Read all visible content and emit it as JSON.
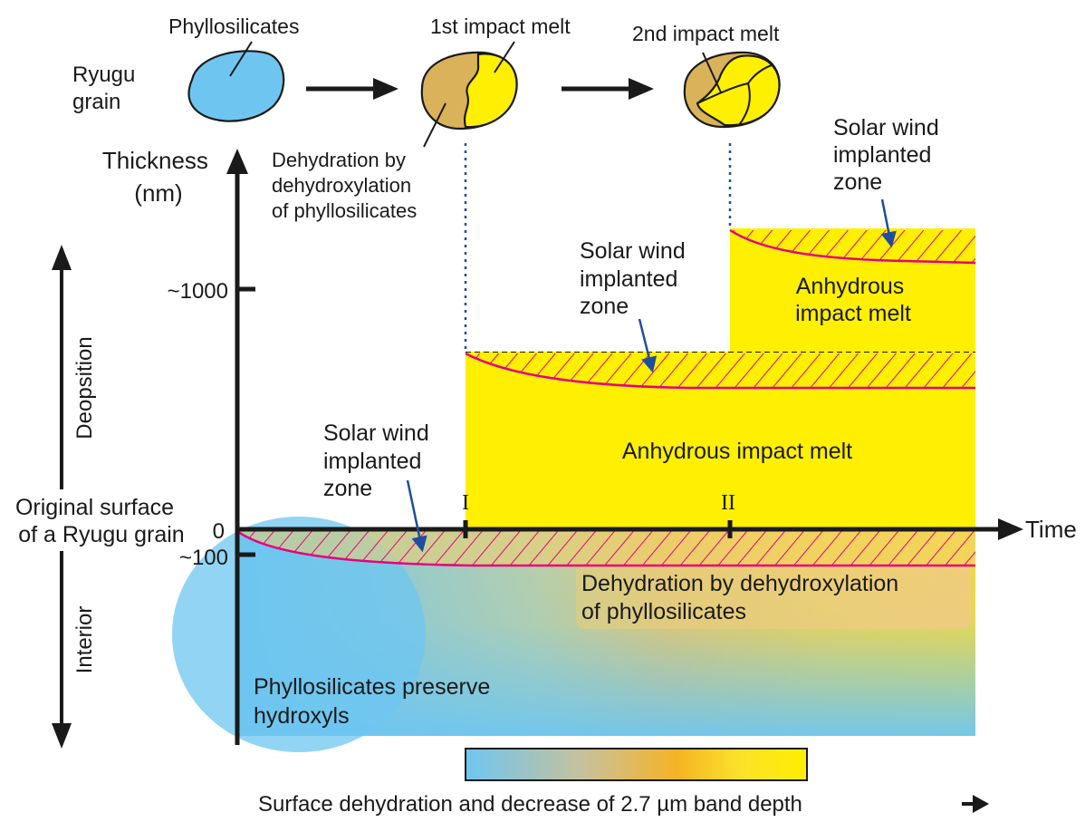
{
  "grains": {
    "ryugu_grain_label": [
      "Ryugu",
      "grain"
    ],
    "phyllosilicates_label": "Phyllosilicates",
    "impact1_label": "1st impact melt",
    "impact2_label": "2nd impact melt",
    "dehydration_label": [
      "Dehydration by",
      "dehydroxylation",
      "of phyllosilicates"
    ]
  },
  "axes": {
    "y_title": [
      "Thickness",
      "(nm)"
    ],
    "y_tick_1000": "~1000",
    "y_tick_0": "0",
    "y_tick_minus100": "~100",
    "x_title": "Time",
    "event_1": "I",
    "event_2": "II",
    "side_deposition": "Deopsition",
    "side_interior": "Interior",
    "original_surface": [
      "Original surface",
      "of a Ryugu grain"
    ]
  },
  "regions": {
    "melt_lower": "Anhydrous impact melt",
    "melt_upper": [
      "Anhydrous",
      "impact melt"
    ],
    "sw_zone_1": [
      "Solar wind",
      "implanted",
      "zone"
    ],
    "sw_zone_2": [
      "Solar wind",
      "implanted",
      "zone"
    ],
    "sw_zone_3": [
      "Solar wind",
      "implanted",
      "zone"
    ],
    "dehydration_band": [
      "Dehydration by dehydroxylation",
      "of phyllosilicates"
    ],
    "phyllo_preserve": [
      "Phyllosilicates preserve",
      "hydroxyls"
    ]
  },
  "colorbar": {
    "label": "Surface dehydration and decrease of 2.7 µm band depth",
    "stops": [
      "#6ec6f0",
      "#f5b324",
      "#ffee00"
    ]
  },
  "colors": {
    "phyllo_blue": "#6ec6f0",
    "grain_tan": "#d9b25a",
    "melt_yellow": "#ffef00",
    "hatch_pink": "#e6007e",
    "pointer_blue": "#1f4e9e",
    "guide_blue": "#1f4e9e",
    "axis": "#1a1a1a"
  },
  "icons": {
    "ryugu_grain": "blue-grain-icon",
    "grain_after_impact1": "tan-yellow-grain-icon",
    "grain_after_impact2": "tan-yellow-grain-2-icon",
    "flow_arrow": "right-arrow-icon"
  }
}
